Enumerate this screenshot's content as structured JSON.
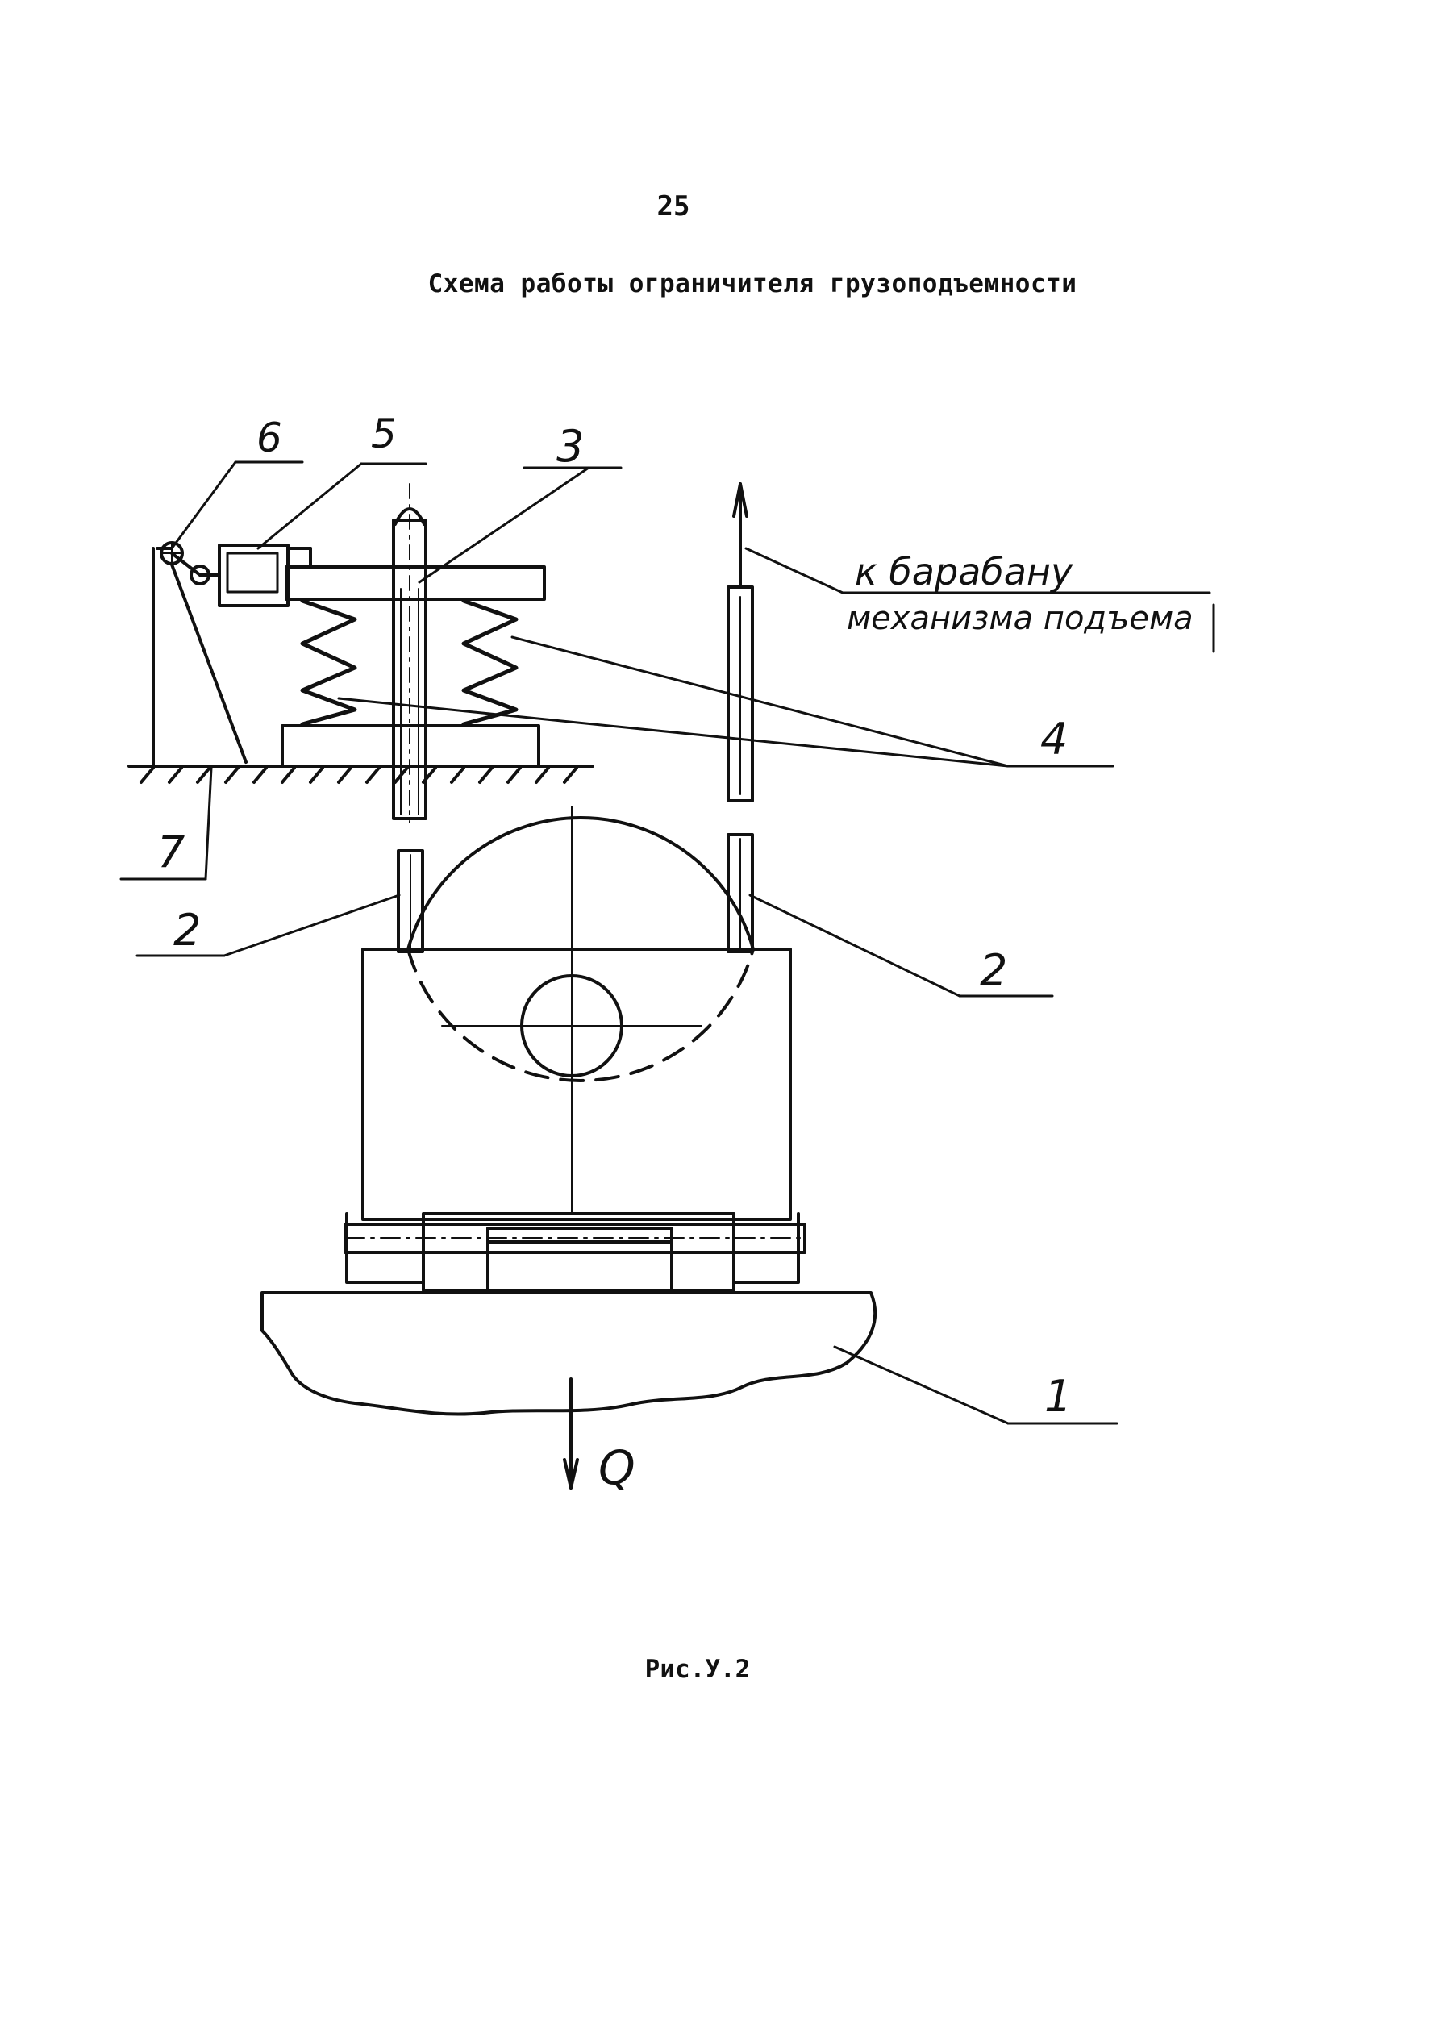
{
  "page": {
    "number": "25",
    "title": "Схема работы ограничителя грузоподъемности",
    "caption": "Рис.У.2"
  },
  "figure": {
    "callouts": {
      "n1": "1",
      "n2_left": "2",
      "n2_right": "2",
      "n3": "3",
      "n4": "4",
      "n5": "5",
      "n6": "6",
      "n7": "7"
    },
    "drum_note_line1": "к барабану",
    "drum_note_line2": "механизма подъема",
    "load_label": "Q"
  }
}
